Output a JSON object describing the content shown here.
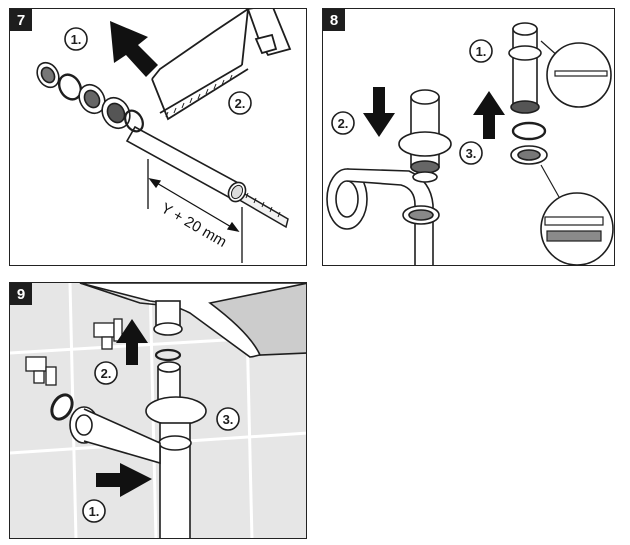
{
  "panels": [
    {
      "step": "7",
      "labels": [
        "1.",
        "2."
      ],
      "dimension": "Y + 20 mm"
    },
    {
      "step": "8",
      "labels": [
        "1.",
        "2.",
        "3."
      ]
    },
    {
      "step": "9",
      "labels": [
        "2.",
        "3.",
        "1."
      ]
    }
  ],
  "colors": {
    "outline": "#1e1e1e",
    "arrow": "#111111",
    "tile": "#e6e6e6",
    "grey": "#9a9a9a"
  }
}
